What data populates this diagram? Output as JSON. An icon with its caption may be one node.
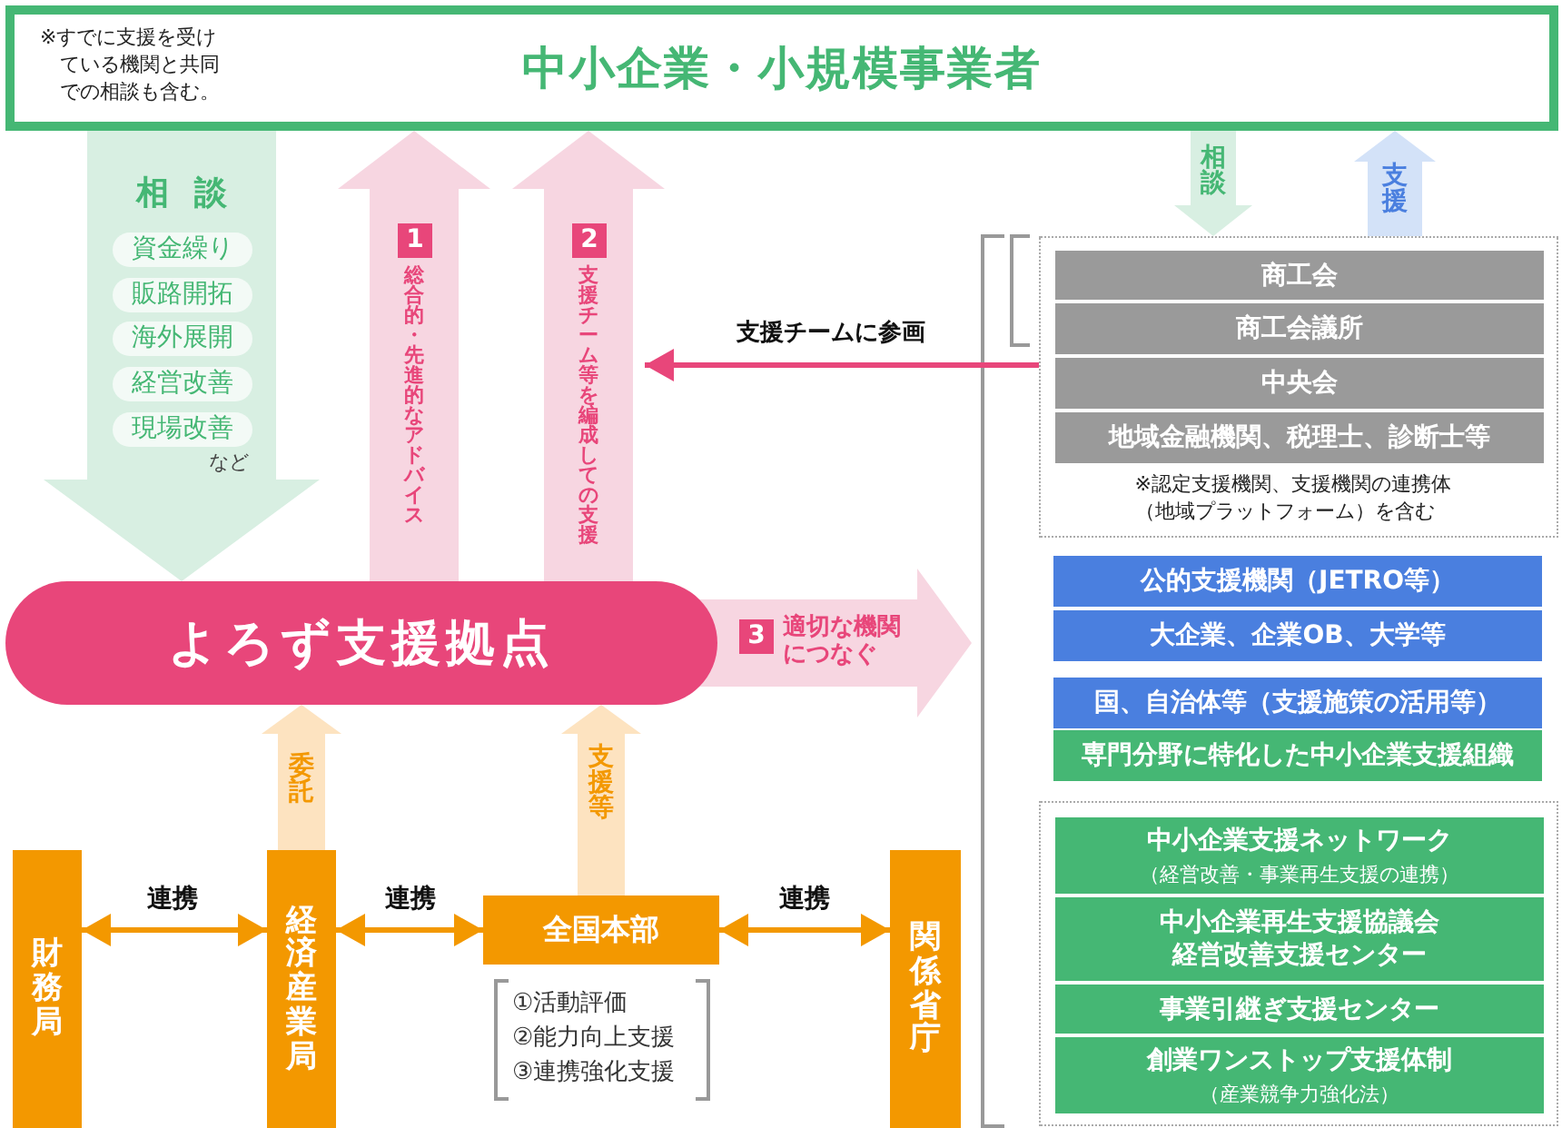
{
  "diagram": {
    "nodes": [
      {
        "text": [
          "※すでに支援を受けている機関と共同での相談も含む。",
          "中小企業・小規模事業者"
        ]
      },
      {
        "text": [
          "よろず支援拠点"
        ]
      },
      {
        "text": [
          "※認定支援機関、支援機関の連携体（地域プラットフォーム）を含む"
        ]
      },
      {
        "text": [
          "商工会"
        ],
        "in": 2
      },
      {
        "text": [
          "商工会議所"
        ],
        "in": 2
      },
      {
        "text": [
          "中央会"
        ],
        "in": 2
      },
      {
        "text": [
          "地域金融機関、税理士、診断士等"
        ],
        "in": 2
      },
      {
        "text": [
          "公的支援機関（JETRO等）"
        ]
      },
      {
        "text": [
          "大企業、企業OB、大学等"
        ]
      },
      {
        "text": [
          "国、自治体等（支援施策の活用等）"
        ]
      },
      {
        "text": [
          "専門分野に特化した中小企業支援組織"
        ]
      },
      {
        "text": [],
        "shape": "box"
      },
      {
        "text": [
          "中小企業支援ネットワーク",
          "（経営改善・事業再生支援の連携）"
        ],
        "in": 11
      },
      {
        "text": [
          "中小企業再生支援協議会経営改善支援センター"
        ],
        "in": 11
      },
      {
        "text": [
          "事業引継ぎ支援センター"
        ],
        "in": 11
      },
      {
        "text": [
          "創業ワンストップ支援体制",
          "（産業競争力強化法）"
        ],
        "in": 11
      },
      {
        "text": [
          "財務局"
        ]
      },
      {
        "text": [
          "経済産業局"
        ]
      },
      {
        "text": [
          "全国本部"
        ],
        "beside": [
          "①活動評価",
          "②能力向上支援",
          "③連携強化支援"
        ]
      },
      {
        "text": [
          "関係省庁"
        ]
      }
    ],
    "edges": [
      {
        "from": 0,
        "to": 1,
        "arrow": "to",
        "label": "相談",
        "style": "thick",
        "color": "#d8efe2"
      },
      {
        "from": 1,
        "to": 0,
        "arrow": "to",
        "label": "総合的・先進的なアドバイス",
        "style": "thick",
        "color": "#f7d6e1"
      },
      {
        "from": 1,
        "to": 0,
        "arrow": "to",
        "label": "支援チーム等を編成しての支援",
        "style": "thick",
        "color": "#f7d6e1"
      },
      {
        "from": 1,
        "to": null,
        "arrow": "to",
        "label": "適切な機関につなぐ",
        "style": "thick",
        "color": "#f7d6e1"
      },
      {
        "from": 2,
        "to": null,
        "arrow": "to",
        "label": "支援チームに参画",
        "color": "#e8467a"
      },
      {
        "from": 0,
        "to": 2,
        "arrow": "to",
        "label": "相談",
        "style": "thick",
        "color": "#d8efe2"
      },
      {
        "from": 2,
        "to": 0,
        "arrow": "to",
        "label": "支援",
        "style": "thick",
        "color": "#d3e2f8"
      },
      {
        "from": 17,
        "to": 1,
        "arrow": "to",
        "label": "委託",
        "style": "thick",
        "color": "#fde3c0"
      },
      {
        "from": 18,
        "to": 1,
        "arrow": "to",
        "label": "支援等",
        "style": "thick",
        "color": "#fde3c0"
      },
      {
        "from": 16,
        "to": 17,
        "arrow": "both",
        "label": "連携",
        "color": "#f39800"
      },
      {
        "from": 17,
        "to": 18,
        "arrow": "both",
        "label": "連携",
        "color": "#f39800"
      },
      {
        "from": 18,
        "to": 19,
        "arrow": "both",
        "label": "連携",
        "color": "#f39800"
      }
    ],
    "labels": [
      "資金繰り",
      "販路開拓",
      "海外展開",
      "経営改善",
      "現場改善",
      "など",
      "1",
      "2",
      "3"
    ]
  }
}
